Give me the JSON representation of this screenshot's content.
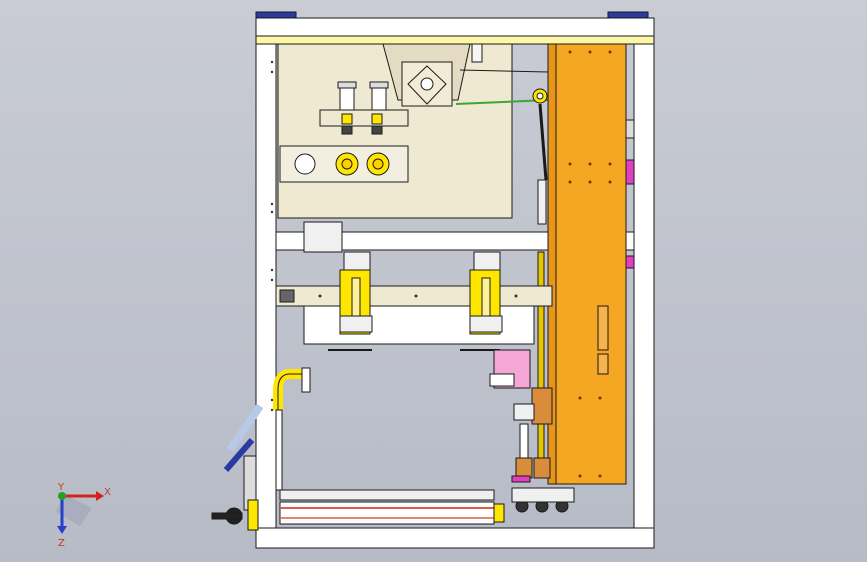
{
  "viewport": {
    "background_top": "#c9ccd4",
    "background_bottom": "#b7bbc6"
  },
  "model": {
    "frame_color": "#ffffff",
    "frame_outline": "#1a1a1a",
    "top_beam_color": "#fff7a8",
    "panel_color": "#efe9d1",
    "orange_plate_color": "#f5a623",
    "yellow_part_color": "#ffe600",
    "pink_part_color": "#f4a6d7",
    "magenta_part_color": "#e040c0",
    "blue_pad_color": "#2b3aa0",
    "green_wire_color": "#3aa636",
    "copper_color": "#d98c3a"
  },
  "triad": {
    "x_label": "X",
    "y_label": "Y",
    "z_label": "Z",
    "x_color": "#d0241c",
    "y_color": "#21a321",
    "z_color": "#2440c8"
  }
}
